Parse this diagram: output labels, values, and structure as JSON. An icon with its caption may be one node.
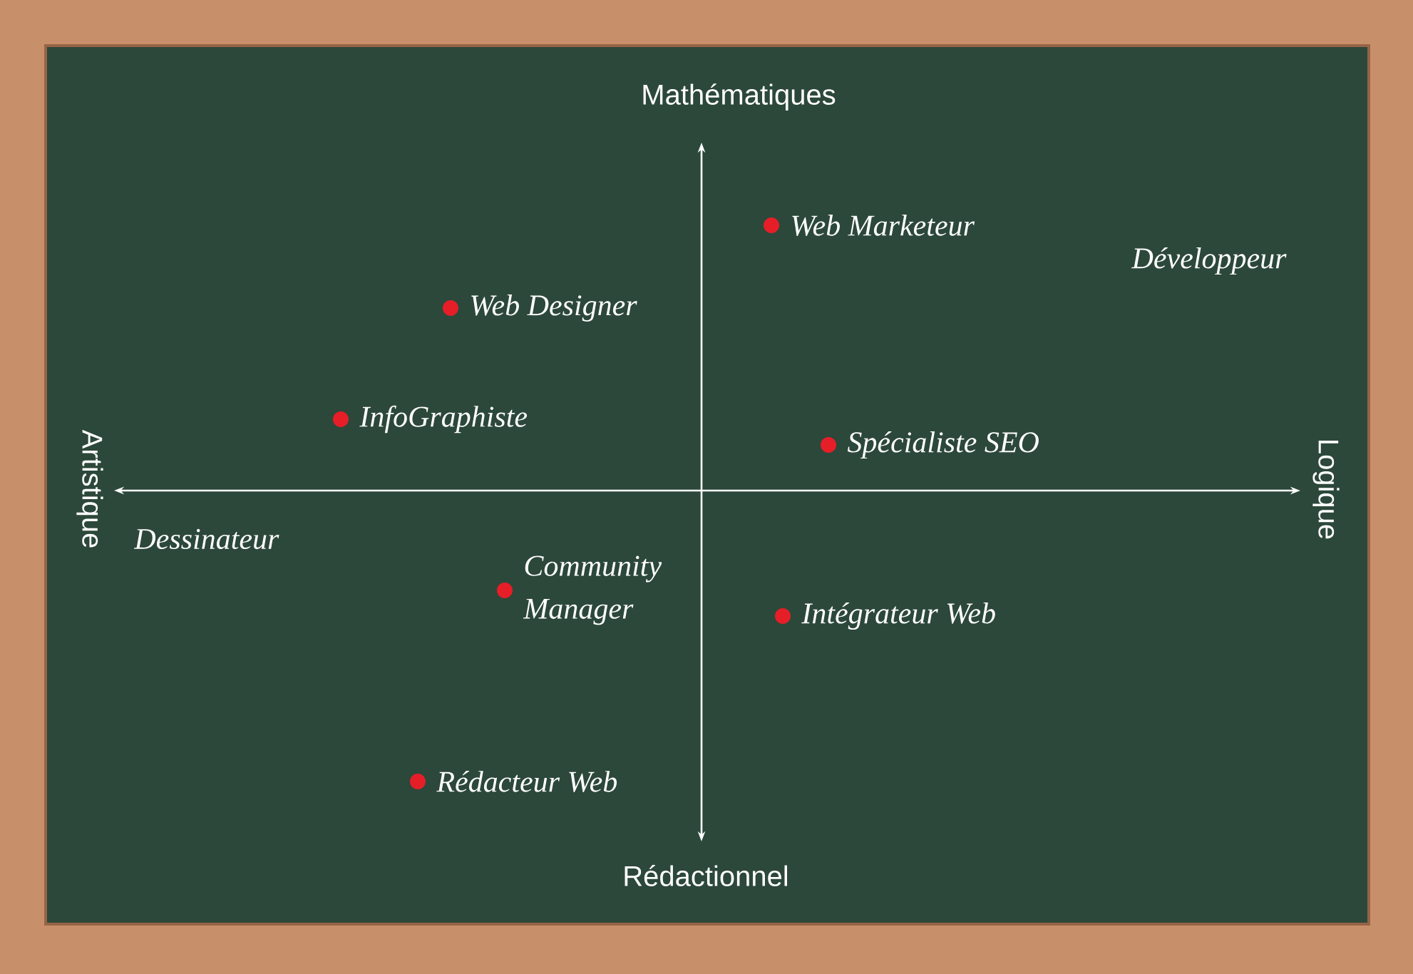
{
  "diagram": {
    "labels": [
      "Mathématiques",
      "Web Marketeur",
      "Développeur",
      "Web Designer",
      "Artistique",
      "Logique",
      "InfoGraphiste",
      "Spécialiste SEO",
      "Dessinateur",
      "Community Manager",
      "Intégrateur Web",
      "Rédacteur Web",
      "Rédactionnel"
    ]
  }
}
